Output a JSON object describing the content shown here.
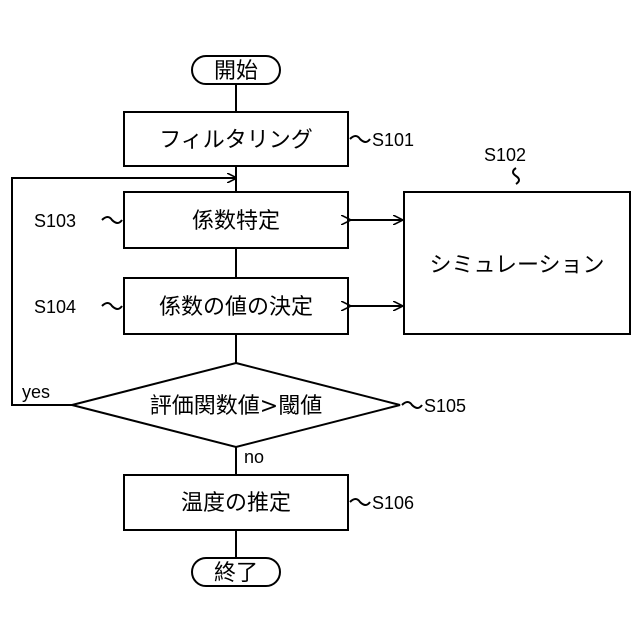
{
  "flow": {
    "start": "開始",
    "end": "終了",
    "filtering": {
      "id": "S101",
      "label": "フィルタリング"
    },
    "coef_identify": {
      "id": "S103",
      "label": "係数特定"
    },
    "coef_value": {
      "id": "S104",
      "label": "係数の値の決定"
    },
    "decision": {
      "id": "S105",
      "label": "評価関数値>閾値",
      "yes": "yes",
      "no": "no"
    },
    "estimate": {
      "id": "S106",
      "label": "温度の推定"
    },
    "simulation": {
      "id": "S102",
      "label": "シミュレーション"
    }
  }
}
